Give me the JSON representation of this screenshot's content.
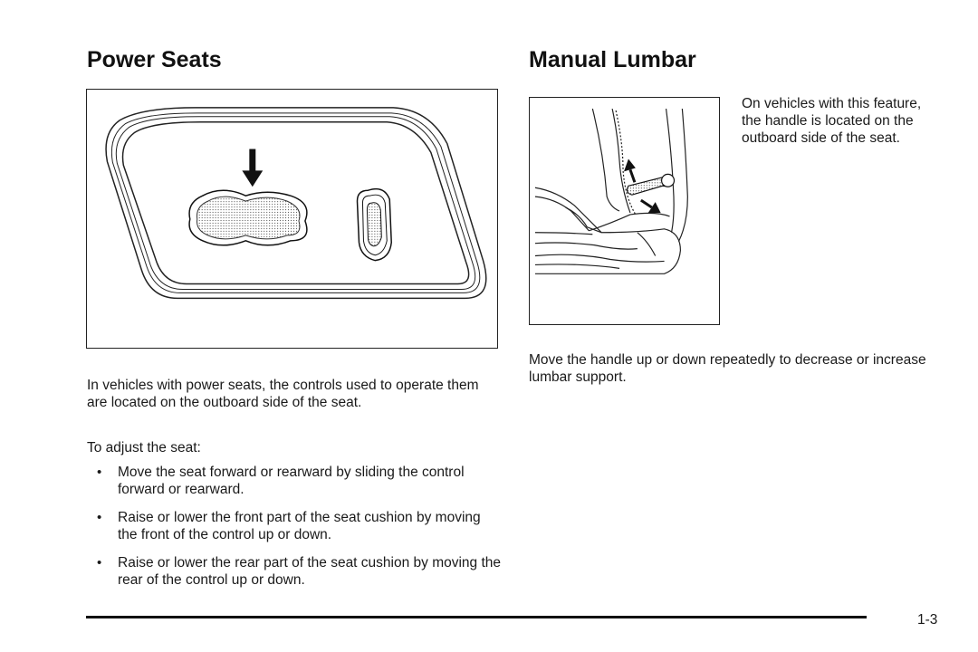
{
  "left_section": {
    "heading": "Power Seats",
    "intro": "In vehicles with power seats, the controls used to operate them are located on the outboard side of the seat.",
    "adjust_lead": "To adjust the seat:",
    "bullets": [
      "Move the seat forward or rearward by sliding the control forward or rearward.",
      "Raise or lower the front part of the seat cushion by moving the front of the control up or down.",
      "Raise or lower the rear part of the seat cushion by moving the rear of the control up or down."
    ]
  },
  "right_section": {
    "heading": "Manual Lumbar",
    "side_text": "On vehicles with this feature, the handle is located on the outboard side of the seat.",
    "move_text": "Move the handle up or down repeatedly to decrease or increase lumbar support."
  },
  "footer": {
    "page_number": "1-3"
  },
  "figures": {
    "power_seat_illustration": "power-seat-control-panel",
    "lumbar_illustration": "seat-lumbar-handle"
  }
}
